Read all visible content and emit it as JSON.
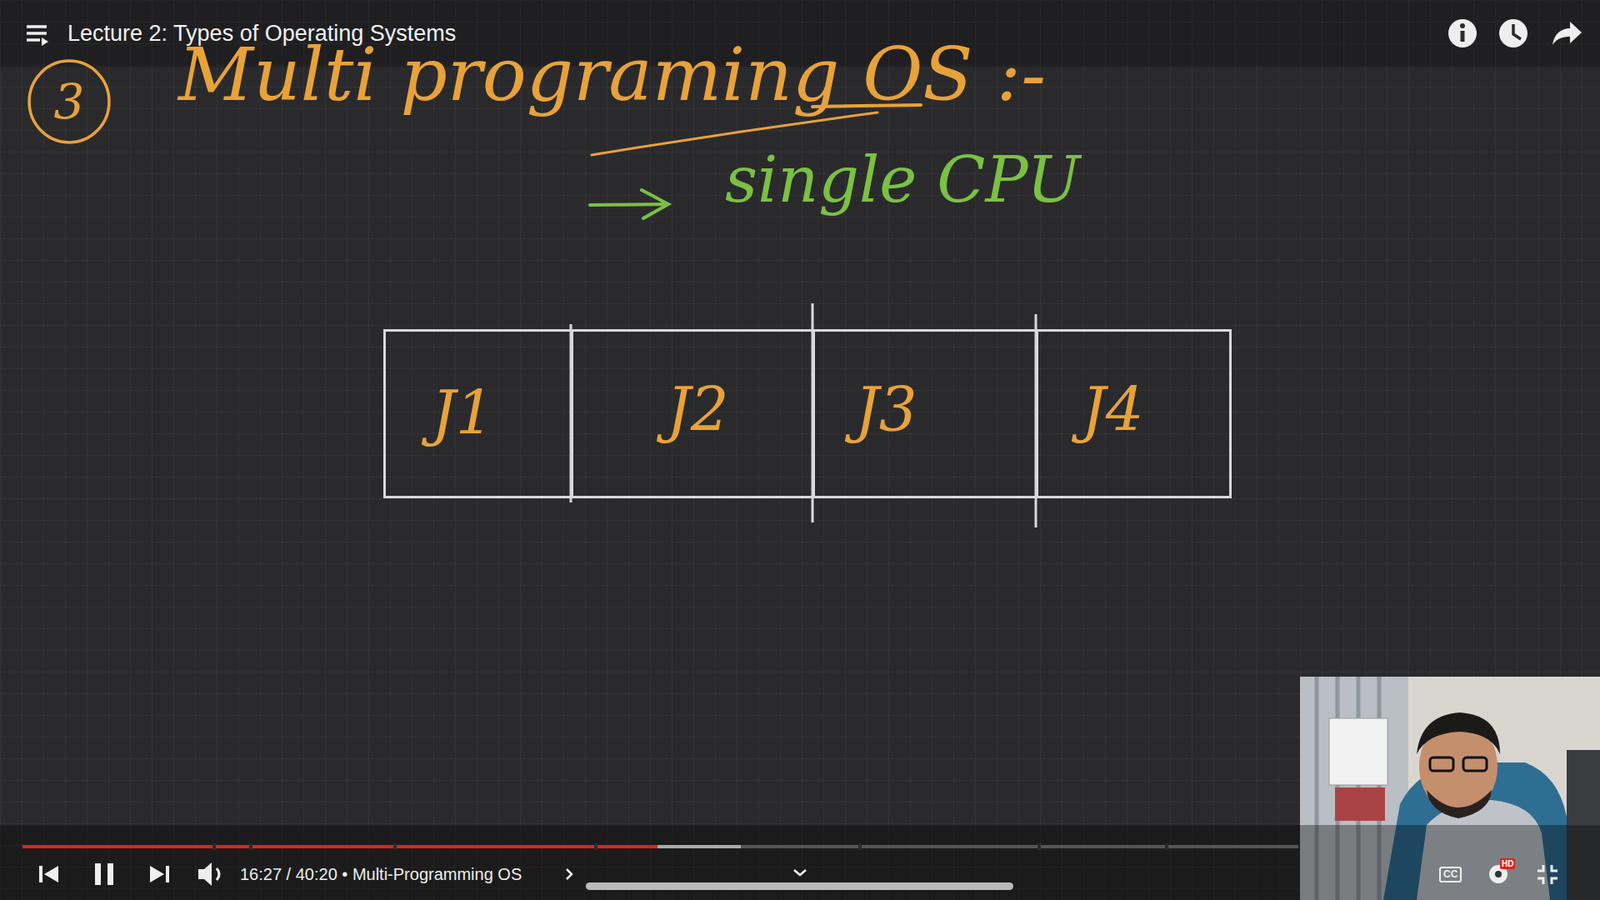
{
  "diagram": {
    "title": "Lecture 2: Types of Operating Systems",
    "nodes": [
      {
        "text": [
          "3"
        ]
      },
      {
        "text": [
          "J1"
        ]
      },
      {
        "text": [
          "J2"
        ]
      },
      {
        "text": [
          "J3"
        ]
      },
      {
        "text": [
          "J4"
        ]
      }
    ],
    "labels": [
      "Multi programing OS :-",
      "single CPU",
      "16:27 / 40:20 • Multi-Programming OS",
      "CC",
      "HD"
    ]
  }
}
